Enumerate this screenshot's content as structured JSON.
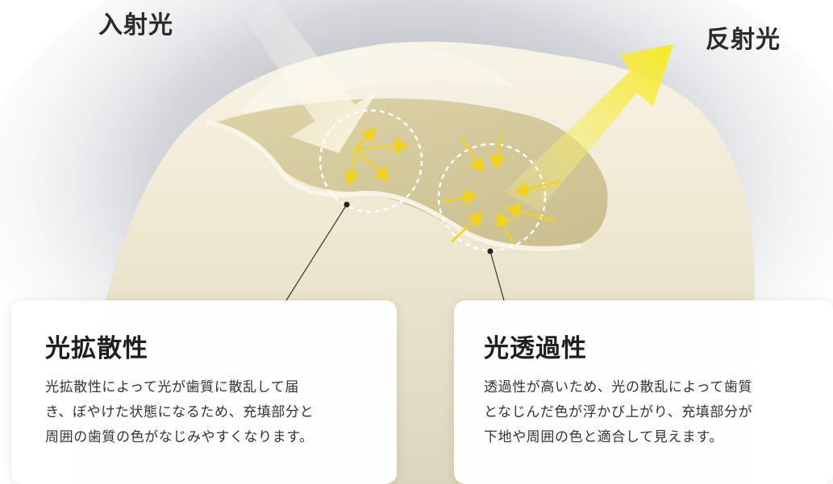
{
  "labels": {
    "incident": "入射光",
    "reflected": "反射光"
  },
  "cards": {
    "diffusion": {
      "title": "光拡散性",
      "lines": [
        "光拡散性によって光が歯質に散乱して届",
        "き、ぼやけた状態になるため、充填部分と",
        "周囲の歯質の色がなじみやすくなります。"
      ]
    },
    "transmission": {
      "title": "光透過性",
      "lines": [
        "透過性が高いため、光の散乱によって歯質",
        "となじんだ色が浮かび上がり、充填部分が",
        "下地や周囲の色と適合して見えます。"
      ]
    }
  },
  "colors": {
    "arrow_yellow": "#f2d21a",
    "beam_yellow": "#f5e43a",
    "tooth_ivory": "#f1ead6",
    "filling_olive": "#cfc596"
  }
}
